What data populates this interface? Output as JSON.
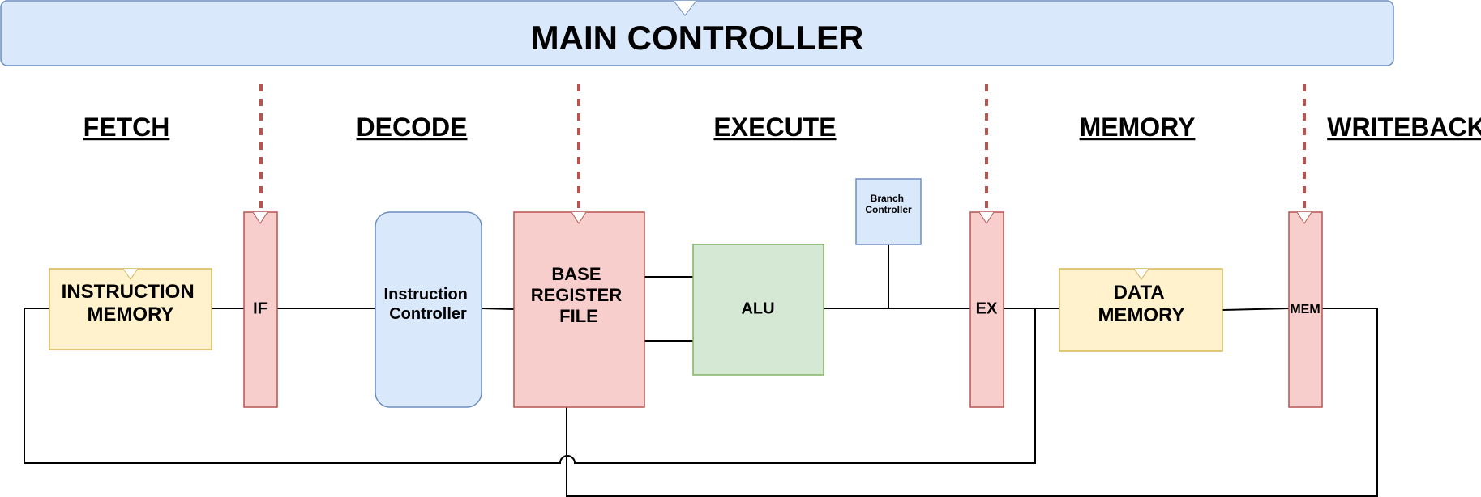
{
  "controller": {
    "title": "MAIN CONTROLLER"
  },
  "stages": {
    "fetch": "FETCH",
    "decode": "DECODE",
    "execute": "EXECUTE",
    "memory": "MEMORY",
    "writeback": "WRITEBACK"
  },
  "blocks": {
    "instruction_memory": [
      "INSTRUCTION",
      "MEMORY"
    ],
    "if_register": "IF",
    "instruction_controller": [
      "Instruction",
      "Controller"
    ],
    "register_file": [
      "BASE",
      "REGISTER",
      "FILE"
    ],
    "alu": "ALU",
    "branch_controller": [
      "Branch",
      "Controller"
    ],
    "ex_register": "EX",
    "data_memory": [
      "DATA",
      "MEMORY"
    ],
    "mem_register": "MEM"
  },
  "colors": {
    "controller_fill": "#dae8fc",
    "controller_stroke": "#6c8ebf",
    "memory_fill": "#fff2cc",
    "memory_stroke": "#d6b656",
    "register_fill": "#f8cecc",
    "register_stroke": "#b85450",
    "alu_fill": "#d5e8d4",
    "alu_stroke": "#82b366",
    "control_signal": "#b85450"
  }
}
